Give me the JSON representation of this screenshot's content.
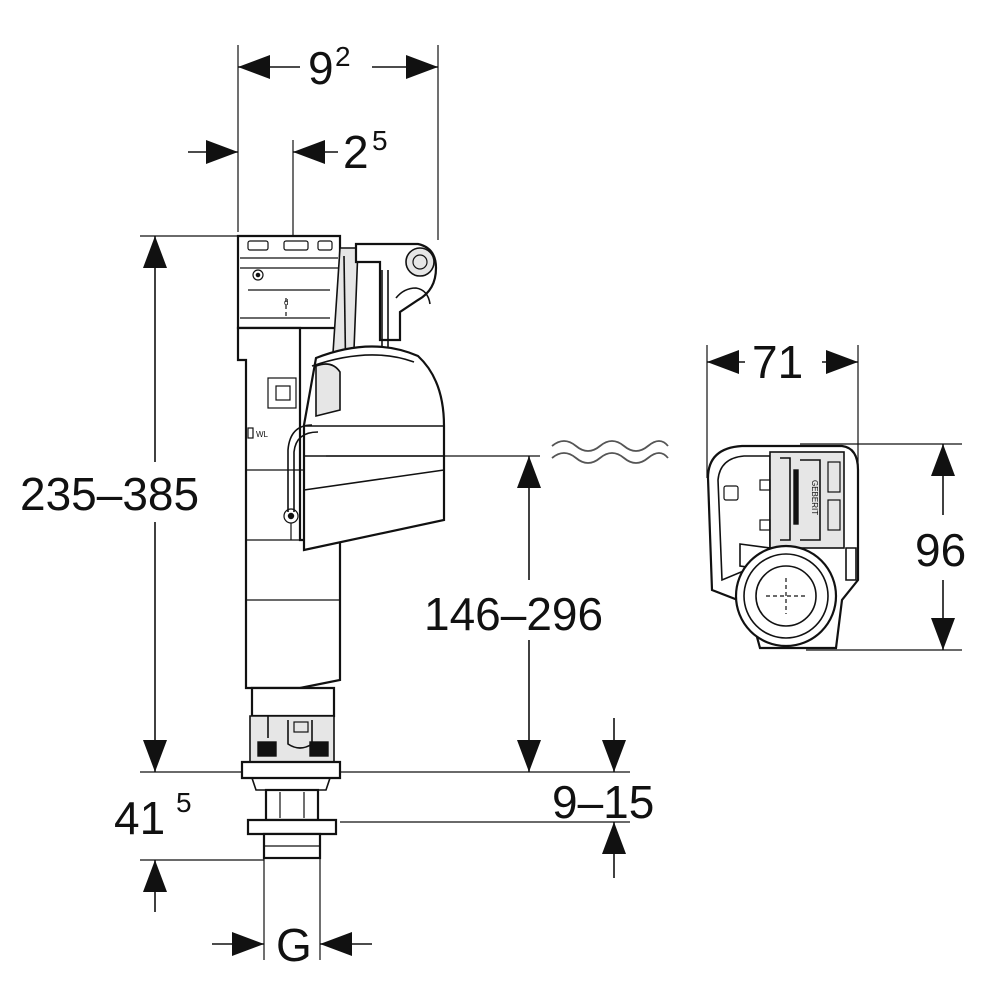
{
  "dimensions": {
    "top_width": {
      "base": "9",
      "sup": "2"
    },
    "top_offset": {
      "base": "2",
      "sup": "5"
    },
    "total_height": "235–385",
    "water_level": "146–296",
    "adjust_range": "9–15",
    "bottom_height": {
      "base": "41",
      "sup": "5"
    },
    "thread": "G",
    "valve_width": "71",
    "valve_depth": "96"
  },
  "labels": {
    "wl_mark": "WL",
    "brand": "GEBERIT"
  }
}
